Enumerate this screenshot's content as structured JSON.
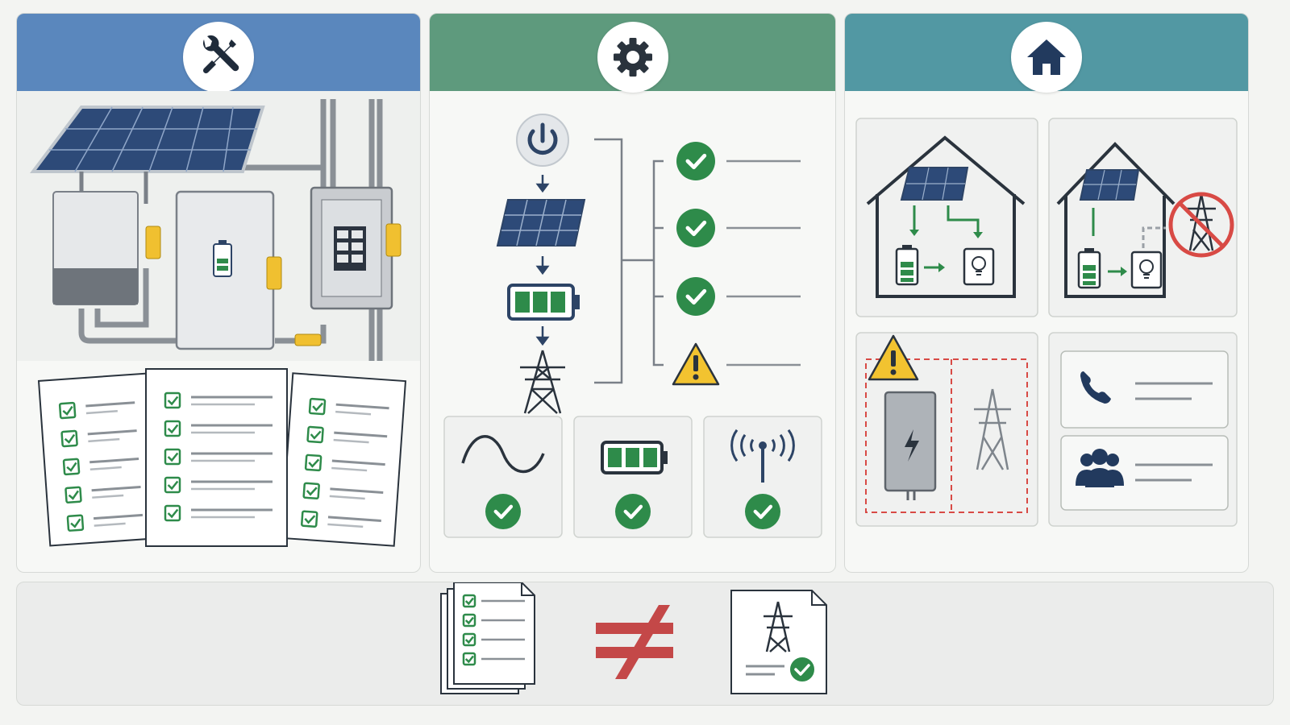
{
  "colors": {
    "install_header": "#5a87bd",
    "operate_header": "#5e9a7d",
    "home_header": "#5298a3",
    "navy": "#2d4466",
    "check_green": "#2e8b4a",
    "warning_yellow": "#f2c330",
    "tag_yellow": "#f0c030",
    "alert_red": "#d84a45",
    "not_equal_red": "#c44848"
  },
  "panels": [
    {
      "id": "install",
      "icon": "wrench-screwdriver-icon"
    },
    {
      "id": "operate",
      "icon": "gear-icon"
    },
    {
      "id": "home",
      "icon": "house-icon"
    }
  ],
  "operate": {
    "sequence_icons": [
      "power-icon",
      "solar-panel-icon",
      "battery-icon",
      "transmission-tower-icon"
    ],
    "status_icons": [
      "check-icon",
      "check-icon",
      "check-icon",
      "warning-icon"
    ],
    "test_tiles": [
      {
        "icon": "sine-wave-icon",
        "status": "check-icon"
      },
      {
        "icon": "battery-icon",
        "status": "check-icon"
      },
      {
        "icon": "antenna-icon",
        "status": "check-icon"
      }
    ]
  },
  "home": {
    "tiles": [
      "home-solar-battery-grid-tied",
      "home-solar-battery-grid-disconnected",
      "disconnect-switch-warning",
      "contact-list"
    ],
    "contacts": [
      "phone-icon",
      "people-icon"
    ]
  },
  "footer": {
    "left_icon": "checklist-stack-icon",
    "operator": "not-equal-icon",
    "right_icon": "grid-approval-document-icon"
  }
}
